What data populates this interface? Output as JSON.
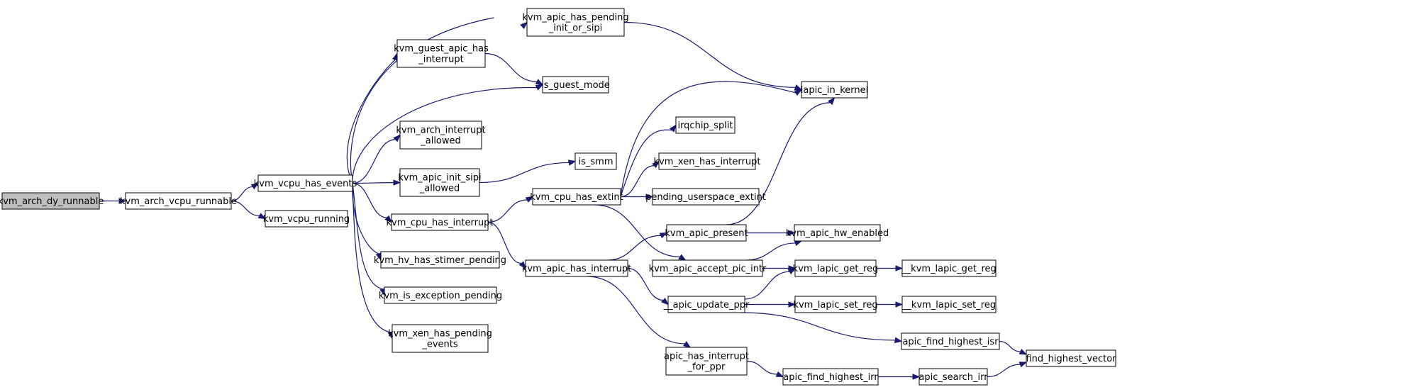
{
  "graph": {
    "root": "kvm_arch_dy_runnable",
    "edge_color": "#191970",
    "root_fill": "#bfbfbf",
    "nodes": [
      {
        "id": "n1",
        "lines": [
          "kvm_arch_dy_runnable"
        ],
        "root": true
      },
      {
        "id": "n2",
        "lines": [
          "kvm_arch_vcpu_runnable"
        ]
      },
      {
        "id": "n3",
        "lines": [
          "kvm_vcpu_has_events"
        ]
      },
      {
        "id": "n4",
        "lines": [
          "kvm_vcpu_running"
        ]
      },
      {
        "id": "n5",
        "lines": [
          "kvm_apic_has_pending",
          "_init_or_sipi"
        ]
      },
      {
        "id": "n6",
        "lines": [
          "kvm_guest_apic_has",
          "_interrupt"
        ]
      },
      {
        "id": "n7",
        "lines": [
          "is_guest_mode"
        ]
      },
      {
        "id": "n8",
        "lines": [
          "kvm_arch_interrupt",
          "_allowed"
        ]
      },
      {
        "id": "n9",
        "lines": [
          "kvm_apic_init_sipi",
          "_allowed"
        ]
      },
      {
        "id": "n10",
        "lines": [
          "kvm_cpu_has_interrupt"
        ]
      },
      {
        "id": "n11",
        "lines": [
          "kvm_hv_has_stimer_pending"
        ]
      },
      {
        "id": "n12",
        "lines": [
          "kvm_is_exception_pending"
        ]
      },
      {
        "id": "n13",
        "lines": [
          "kvm_xen_has_pending",
          "_events"
        ]
      },
      {
        "id": "n14",
        "lines": [
          "is_smm"
        ]
      },
      {
        "id": "n15",
        "lines": [
          "kvm_cpu_has_extint"
        ]
      },
      {
        "id": "n16",
        "lines": [
          "kvm_apic_has_interrupt"
        ]
      },
      {
        "id": "n17",
        "lines": [
          "lapic_in_kernel"
        ]
      },
      {
        "id": "n18",
        "lines": [
          "irqchip_split"
        ]
      },
      {
        "id": "n19",
        "lines": [
          "kvm_xen_has_interrupt"
        ]
      },
      {
        "id": "n20",
        "lines": [
          "pending_userspace_extint"
        ]
      },
      {
        "id": "n21",
        "lines": [
          "kvm_apic_present"
        ]
      },
      {
        "id": "n22",
        "lines": [
          "kvm_apic_accept_pic_intr"
        ]
      },
      {
        "id": "n23",
        "lines": [
          "__apic_update_ppr"
        ]
      },
      {
        "id": "n24",
        "lines": [
          "apic_has_interrupt",
          "_for_ppr"
        ]
      },
      {
        "id": "n25",
        "lines": [
          "kvm_apic_hw_enabled"
        ]
      },
      {
        "id": "n26",
        "lines": [
          "kvm_lapic_get_reg"
        ]
      },
      {
        "id": "n27",
        "lines": [
          "kvm_lapic_set_reg"
        ]
      },
      {
        "id": "n28",
        "lines": [
          "apic_find_highest_isr"
        ]
      },
      {
        "id": "n29",
        "lines": [
          "apic_find_highest_irr"
        ]
      },
      {
        "id": "n30",
        "lines": [
          "apic_search_irr"
        ]
      },
      {
        "id": "n31",
        "lines": [
          "__kvm_lapic_get_reg"
        ]
      },
      {
        "id": "n32",
        "lines": [
          "__kvm_lapic_set_reg"
        ]
      },
      {
        "id": "n33",
        "lines": [
          "find_highest_vector"
        ]
      }
    ],
    "edges": [
      [
        "n1",
        "n2"
      ],
      [
        "n2",
        "n3"
      ],
      [
        "n2",
        "n4"
      ],
      [
        "n3",
        "n5"
      ],
      [
        "n3",
        "n6"
      ],
      [
        "n3",
        "n7"
      ],
      [
        "n3",
        "n8"
      ],
      [
        "n3",
        "n9"
      ],
      [
        "n3",
        "n10"
      ],
      [
        "n3",
        "n11"
      ],
      [
        "n3",
        "n12"
      ],
      [
        "n3",
        "n13"
      ],
      [
        "n6",
        "n7"
      ],
      [
        "n5",
        "n17"
      ],
      [
        "n9",
        "n14"
      ],
      [
        "n10",
        "n15"
      ],
      [
        "n10",
        "n16"
      ],
      [
        "n15",
        "n17"
      ],
      [
        "n15",
        "n18"
      ],
      [
        "n15",
        "n19"
      ],
      [
        "n15",
        "n20"
      ],
      [
        "n15",
        "n22"
      ],
      [
        "n16",
        "n21"
      ],
      [
        "n16",
        "n23"
      ],
      [
        "n16",
        "n24"
      ],
      [
        "n21",
        "n17"
      ],
      [
        "n21",
        "n25"
      ],
      [
        "n22",
        "n25"
      ],
      [
        "n22",
        "n26"
      ],
      [
        "n23",
        "n26"
      ],
      [
        "n23",
        "n27"
      ],
      [
        "n23",
        "n28"
      ],
      [
        "n24",
        "n29"
      ],
      [
        "n29",
        "n30"
      ],
      [
        "n26",
        "n31"
      ],
      [
        "n27",
        "n32"
      ],
      [
        "n28",
        "n33"
      ],
      [
        "n30",
        "n33"
      ]
    ]
  }
}
